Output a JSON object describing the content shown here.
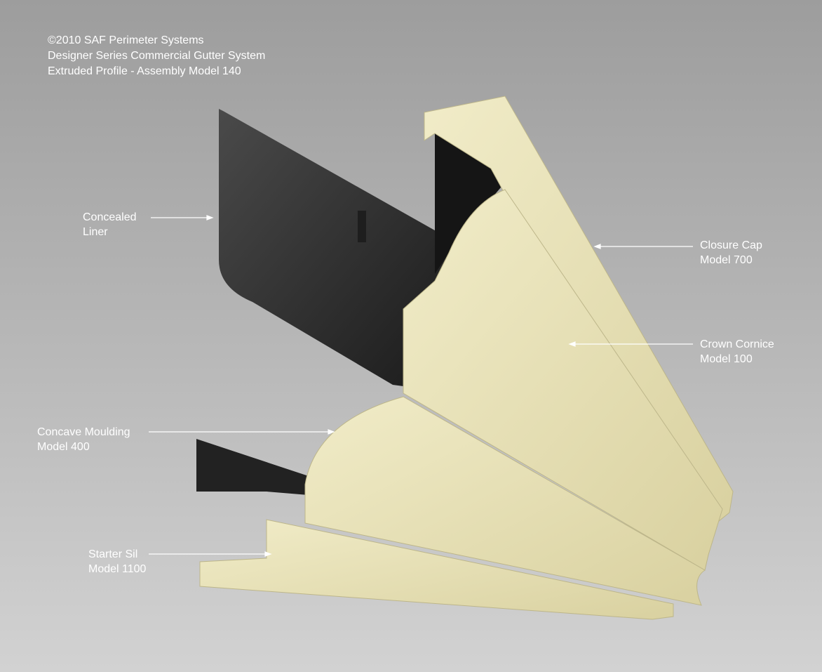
{
  "header": {
    "line1": "©2010 SAF Perimeter Systems",
    "line2": "Designer Series Commercial Gutter System",
    "line3": "Extruded Profile - Assembly Model 140"
  },
  "labels": {
    "liner": {
      "line1": "Concealed",
      "line2": "Liner"
    },
    "closure": {
      "line1": "Closure Cap",
      "line2": "Model 700"
    },
    "crown": {
      "line1": "Crown Cornice",
      "line2": "Model 100"
    },
    "concave": {
      "line1": "Concave Moulding",
      "line2": "Model 400"
    },
    "starter": {
      "line1": "Starter Sil",
      "line2": "Model 1100"
    }
  },
  "colors": {
    "cream": "#e9e2b4",
    "liner": "#2a2a2a"
  }
}
